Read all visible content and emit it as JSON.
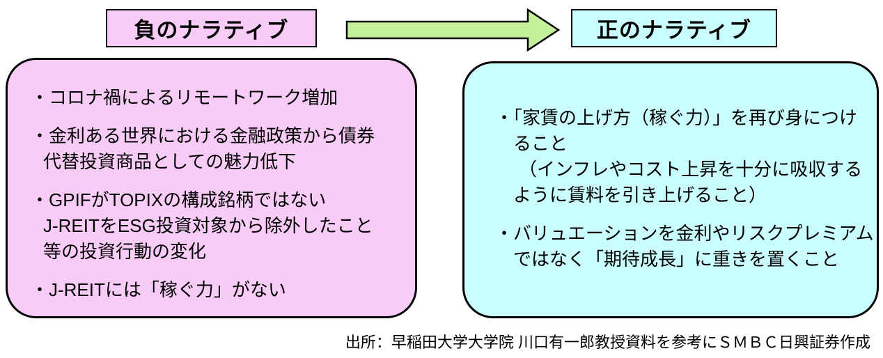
{
  "colors": {
    "background": "#ffffff",
    "negative_fill": "#f9ccf8",
    "positive_fill": "#cafdfe",
    "arrow_fill": "#c6f19c",
    "border": "#000000"
  },
  "headers": {
    "negative": "負のナラティブ",
    "positive": "正のナラティブ"
  },
  "negative_box": {
    "lines": [
      "・コロナ禍によるリモートワーク増加",
      "・金利ある世界における金融政策から債券",
      "代替投資商品としての魅力低下",
      "・GPIFがTOPIXの構成銘柄ではない",
      "J-REITをESG投資対象から除外したこと",
      "等の投資行動の変化",
      "・J-REITには「稼ぐ力」がない"
    ]
  },
  "positive_box": {
    "lines": [
      "・「家賃の上げ方（稼ぐ力）」を再び身につけ",
      "ること",
      "（インフレやコスト上昇を十分に吸収する",
      "ように賃料を引き上げること）",
      "・バリュエーションを金利やリスクプレミアム",
      "ではなく「期待成長」に重きを置くこと"
    ]
  },
  "footer": {
    "source": "出所：早稲田大学大学院 川口有一郎教授資料を参考にＳＭＢＣ日興証券作成"
  }
}
